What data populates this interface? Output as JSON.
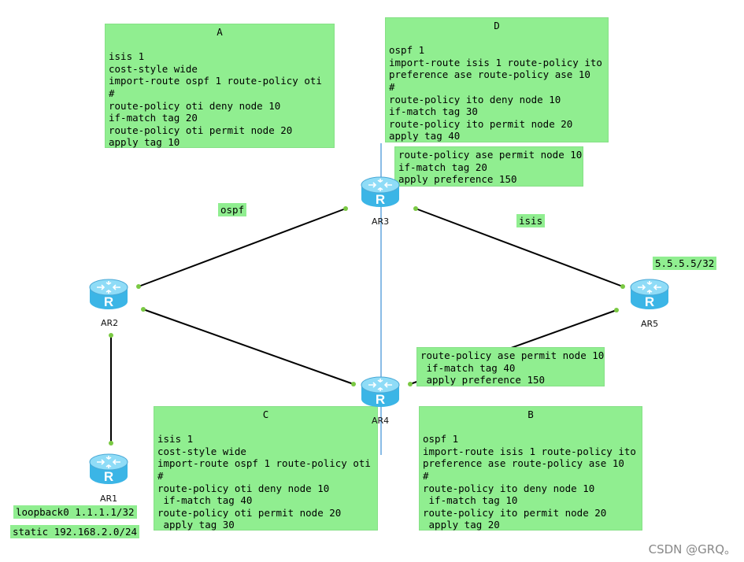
{
  "boxes": {
    "A": {
      "title": "A",
      "lines": [
        "",
        "isis 1",
        "cost-style wide",
        "import-route ospf 1 route-policy oti",
        "#",
        "route-policy oti deny node 10",
        "if-match tag 20",
        "route-policy oti permit node 20",
        "apply tag 10"
      ]
    },
    "D": {
      "title": "D",
      "lines": [
        "",
        "ospf 1",
        "import-route isis 1 route-policy ito",
        "preference ase route-policy ase 10",
        "#",
        "route-policy ito deny node 10",
        "if-match tag 30",
        "route-policy ito permit node 20",
        "apply tag 40"
      ]
    },
    "ar3_ase": {
      "lines": [
        "route-policy ase permit node 10",
        "if-match tag 20",
        "apply preference 150"
      ]
    },
    "ar4_ase": {
      "lines": [
        "route-policy ase permit node 10",
        " if-match tag 40",
        " apply preference 150"
      ]
    },
    "C": {
      "title": "C",
      "lines": [
        "",
        "isis 1",
        "cost-style wide",
        "import-route ospf 1 route-policy oti",
        "#",
        "route-policy oti deny node 10",
        " if-match tag 40",
        "route-policy oti permit node 20",
        " apply tag 30"
      ]
    },
    "B": {
      "title": "B",
      "lines": [
        "",
        "ospf 1",
        "import-route isis 1 route-policy ito",
        "preference ase route-policy ase 10",
        "#",
        "route-policy ito deny node 10",
        " if-match tag 10",
        "route-policy ito permit node 20",
        " apply tag 20"
      ]
    }
  },
  "tags": {
    "ospf": "ospf",
    "isis": "isis",
    "ar5_prefix": "5.5.5.5/32",
    "loopback": "loopback0 1.1.1.1/32",
    "static": "static 192.168.2.0/24"
  },
  "routers": [
    {
      "id": "AR1",
      "label": "AR1"
    },
    {
      "id": "AR2",
      "label": "AR2"
    },
    {
      "id": "AR3",
      "label": "AR3"
    },
    {
      "id": "AR4",
      "label": "AR4"
    },
    {
      "id": "AR5",
      "label": "AR5"
    }
  ],
  "links": [
    {
      "from": "AR2",
      "to": "AR3"
    },
    {
      "from": "AR2",
      "to": "AR4"
    },
    {
      "from": "AR3",
      "to": "AR5"
    },
    {
      "from": "AR4",
      "to": "AR5"
    },
    {
      "from": "AR2",
      "to": "AR1"
    }
  ],
  "colors": {
    "note_bg": "#90ee90",
    "router_body": "#3bb5e6",
    "router_top": "#8fdcf7",
    "link": "#000000",
    "port": "#7ac943",
    "divider": "#3d8fd6"
  },
  "watermark": "CSDN @GRQ。"
}
